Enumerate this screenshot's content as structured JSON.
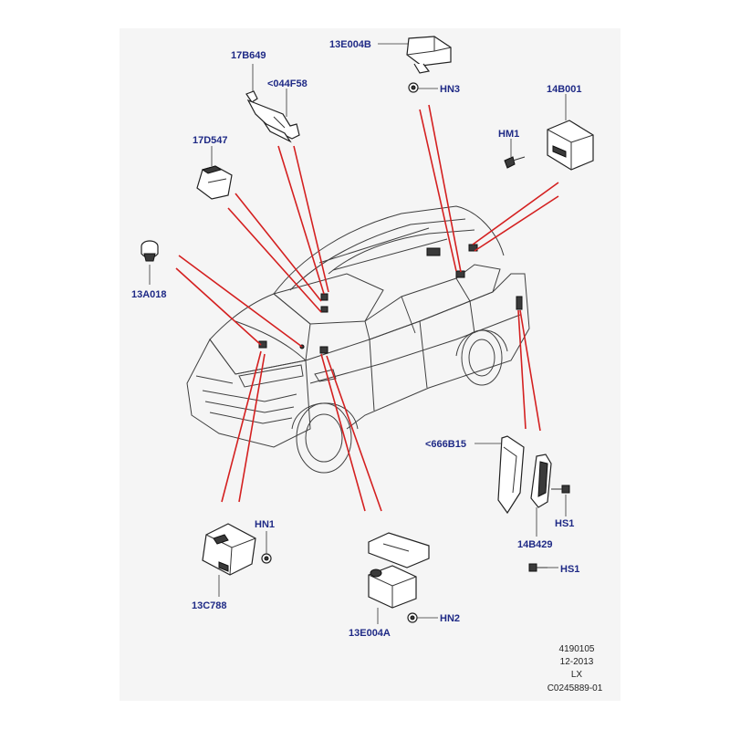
{
  "callouts": {
    "p17B649": "17B649",
    "p044F58": "<044F58",
    "p17D547": "17D547",
    "p13A018": "13A018",
    "p13E004B": "13E004B",
    "hn3": "HN3",
    "p14B001": "14B001",
    "hm1": "HM1",
    "p666B15": "<666B15",
    "hs1_upper": "HS1",
    "p14B429": "14B429",
    "hs1_lower": "HS1",
    "hn1": "HN1",
    "p13C788": "13C788",
    "hn2": "HN2",
    "p13E004A": "13E004A"
  },
  "footer": {
    "number": "4190105",
    "date": "12-2013",
    "model": "LX",
    "code": "C0245889-01"
  },
  "colors": {
    "callout_text": "#1f2a86",
    "leader_red": "#d42020",
    "sheet_background": "#f5f5f5"
  }
}
